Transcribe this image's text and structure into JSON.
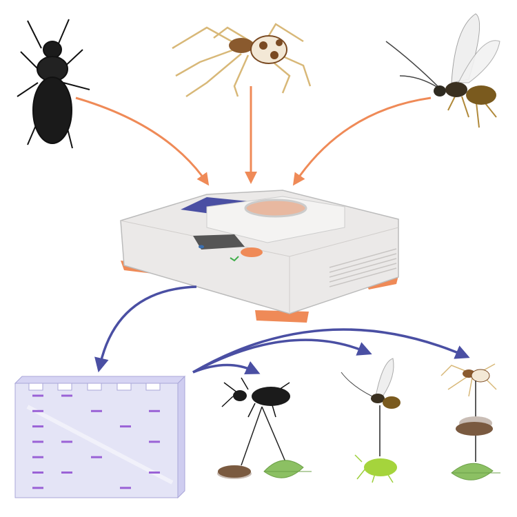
{
  "colors": {
    "input_arrow": "#ef8a57",
    "output_arrow": "#4a4fa3",
    "gel_fill": "#e4e4f6",
    "gel_edge": "#a9a6d8",
    "gel_band": "#9a62d6",
    "instrument_body": "#ebe9e8",
    "instrument_feet": "#ef8a57",
    "leaf": "#8cc063",
    "prey_moth": "#7a5a40"
  },
  "icons": [
    "ground-beetle-icon",
    "spider-icon",
    "parasitoid-wasp-icon",
    "sequencer-instrument-icon",
    "electrophoresis-gel-icon",
    "leaf-icon",
    "aphid-icon",
    "moth-icon"
  ],
  "gel": {
    "lanes": 5,
    "bands": [
      [
        1,
        2,
        3,
        4,
        5,
        6,
        7
      ],
      [
        1,
        4,
        6
      ],
      [
        2,
        5
      ],
      [
        3,
        7
      ],
      [
        2,
        4,
        6
      ]
    ]
  }
}
